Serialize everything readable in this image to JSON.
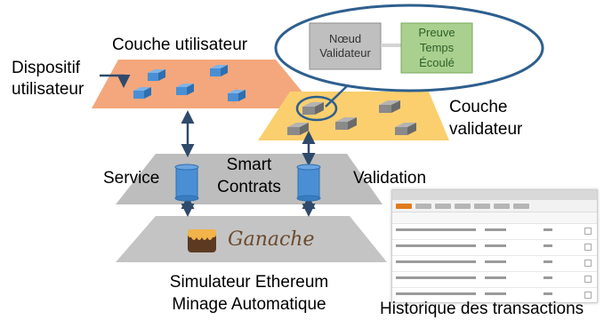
{
  "labels": {
    "user_layer": "Couche utilisateur",
    "user_device_line1": "Dispositif",
    "user_device_line2": "utilisateur",
    "validator_layer_line1": "Couche",
    "validator_layer_line2": "validateur",
    "validator_node_line1": "Nœud",
    "validator_node_line2": "Validateur",
    "proof_line1": "Preuve",
    "proof_line2": "Temps",
    "proof_line3": "Écoulé",
    "service": "Service",
    "smart_contracts_line1": "Smart",
    "smart_contracts_line2": "Contrats",
    "validation": "Validation",
    "ganache": "Ganache",
    "simulator_line1": "Simulateur Ethereum",
    "simulator_line2": "Minage Automatique",
    "history": "Historique des transactions"
  },
  "colors": {
    "user_layer": "#f4a77c",
    "validator_layer": "#fbcf6e",
    "middle_layer": "#bdbdbd",
    "bottom_layer": "#c4c4c4",
    "device_cube": "#4a8fd4",
    "validator_cube": "#8a8a8a",
    "scroll": "#4a8fd4",
    "zoom_outline": "#2e5f8e",
    "proof_box": "#a9d08e",
    "node_box": "#bfbfbf",
    "ganache_text": "#6b4a2e"
  },
  "icons": {
    "scroll": "contract-scroll-icon",
    "ganache_logo": "ganache-logo-icon"
  }
}
